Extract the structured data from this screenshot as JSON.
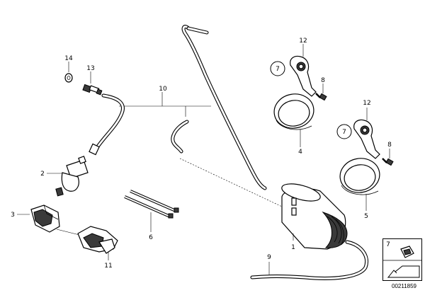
{
  "callouts": {
    "c1": "1",
    "c2": "2",
    "c3": "3",
    "c4": "4",
    "c5": "5",
    "c6": "6",
    "c7a": "7",
    "c7b": "7",
    "c7c": "7",
    "c8a": "8",
    "c8b": "8",
    "c9": "9",
    "c10": "10",
    "c11": "11",
    "c12a": "12",
    "c12b": "12",
    "c13": "13",
    "c14": "14"
  },
  "diagram_id": "00211859"
}
